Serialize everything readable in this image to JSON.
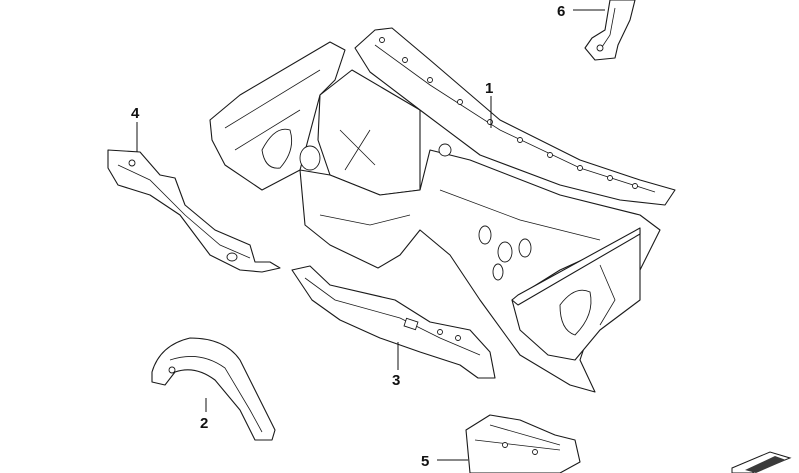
{
  "callouts": [
    {
      "id": "1",
      "label": "1"
    },
    {
      "id": "2",
      "label": "2"
    },
    {
      "id": "3",
      "label": "3"
    },
    {
      "id": "4",
      "label": "4"
    },
    {
      "id": "5",
      "label": "5"
    },
    {
      "id": "6",
      "label": "6"
    }
  ],
  "colors": {
    "line": "#1a1a1a",
    "fill": "#ffffff",
    "icon": "#3a3a3a"
  }
}
